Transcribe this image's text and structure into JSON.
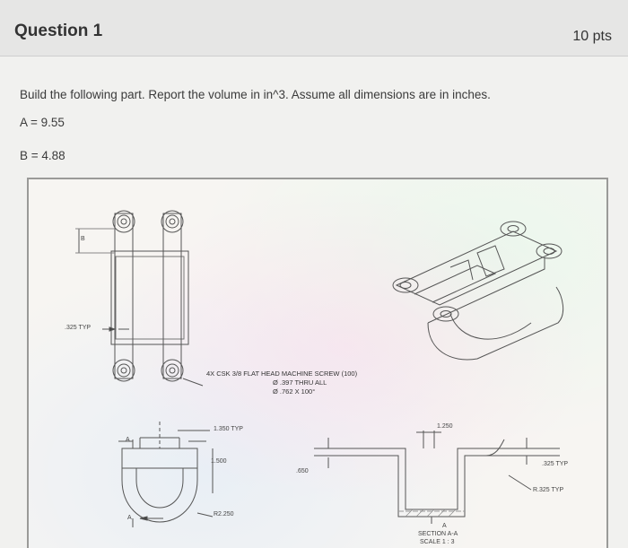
{
  "question": {
    "title": "Question 1",
    "points": "10 pts"
  },
  "prompt": "Build the following part. Report the volume in in^3. Assume all dimensions are in inches.",
  "variables": {
    "a": "A = 9.55",
    "b": "B = 4.88"
  },
  "drawing": {
    "dim_b": "B",
    "dim_325_typ": ".325 TYP",
    "screw_note": "4X CSK 3/8 FLAT HEAD MACHINE SCREW (100)",
    "screw_thru": "Ø .397 THRU ALL",
    "screw_csk": "Ø .762 X 100°",
    "dim_1350": "1.350 TYP",
    "dim_1500": "1.500",
    "dim_650": ".650",
    "dim_r2250": "R2.250",
    "dim_1250": "1.250",
    "dim_325_typ_right": ".325 TYP",
    "dim_r325_typ": "R.325 TYP",
    "section_a_left": "A",
    "section_a_left2": "A",
    "section_a_bottom": "A",
    "section_title": "SECTION A-A",
    "section_scale": "SCALE 1 : 3"
  }
}
